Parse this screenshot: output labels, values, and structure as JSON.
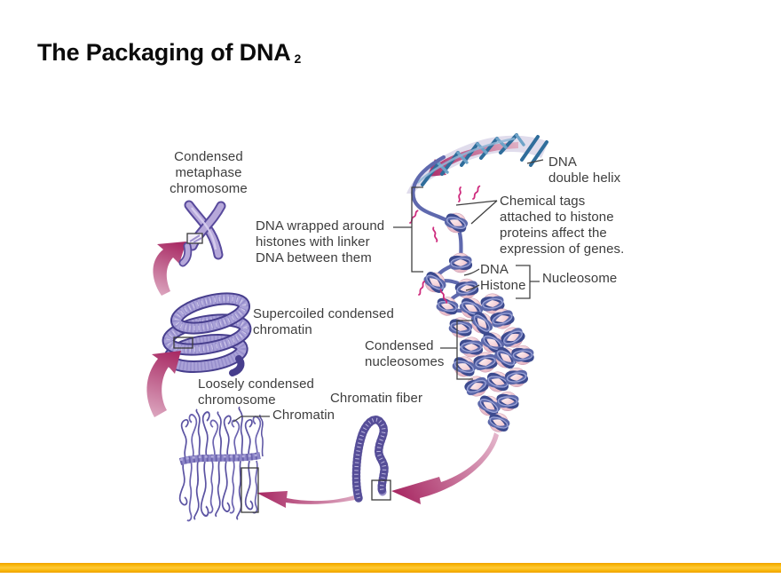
{
  "title": {
    "text": "The Packaging of DNA",
    "superscript": "2"
  },
  "labels": {
    "condensed_metaphase": "Condensed\nmetaphase\nchromosome",
    "dna_wrapped": "DNA wrapped around\nhistones with linker\nDNA between them",
    "dna_double_helix": "DNA\ndouble helix",
    "chemical_tags": "Chemical tags\nattached to histone\nproteins affect the\nexpression of genes.",
    "dna": "DNA",
    "histone": "Histone",
    "nucleosome": "Nucleosome",
    "condensed_nucleosomes": "Condensed\nnucleosomes",
    "supercoiled": "Supercoiled condensed\nchromatin",
    "loosely_condensed": "Loosely condensed\nchromosome",
    "chromatin_fiber": "Chromatin fiber",
    "chromatin": "Chromatin"
  },
  "colors": {
    "accent_gold": "#F7B500",
    "arrow_magenta": "#B5336F",
    "illustration_purple": "#584A9C",
    "helix_blue": "#3E7CA8",
    "label_text": "#3D3D3D"
  }
}
